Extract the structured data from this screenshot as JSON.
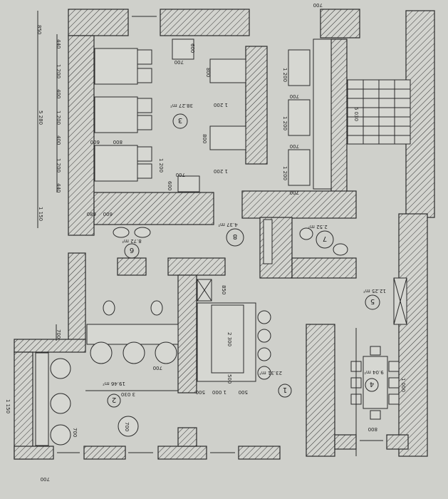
{
  "rooms": [
    {
      "number": "1",
      "area": "23.31 m²"
    },
    {
      "number": "2",
      "area": "19.46 m²"
    },
    {
      "number": "3",
      "area": "38.27 m²"
    },
    {
      "number": "4",
      "area": "9.04 m²"
    },
    {
      "number": "5",
      "area": "12.25 m²"
    },
    {
      "number": "6",
      "area": "8.72 m²"
    },
    {
      "number": "7",
      "area": "2.52 m²"
    },
    {
      "number": "8",
      "area": "4.37 m²"
    }
  ],
  "dimensions": {
    "left_total": "5 280",
    "left_top": "850",
    "left_bottom": "1 150",
    "left_chain": [
      "440",
      "1 200",
      "400",
      "1 200",
      "400",
      "1 200",
      "440"
    ],
    "top_door": "700",
    "booth_a": "600",
    "booth_b": "800",
    "booth_depth": "1 200",
    "hall_table_top": "700",
    "hall_table_bottom": "700",
    "hall_table_side_top": "600",
    "hall_table_side_bottom": "600",
    "table_a_width": "800",
    "table_a_length": "1 200",
    "table_b_width": "800",
    "table_b_length": "1 200",
    "corridor_tables": [
      "1 200",
      "700",
      "1 200",
      "700",
      "1 200",
      "700"
    ],
    "stairs": "5 030",
    "wc_bench": "680",
    "wc_bench_side": "600",
    "bar_shaft": "850",
    "bar_length": "2 300",
    "bar_end": "500",
    "bar_chain": [
      "500",
      "1 000",
      "500"
    ],
    "room2_width": "3 030",
    "room2_niche": "700",
    "room2_seat_a": "700",
    "room2_seat_b": "700",
    "room2_round_table": "700",
    "room2_bottom": "700",
    "room4_length": "1 000",
    "room4_width": "800",
    "top_right": "700",
    "left_edge": "1 150"
  },
  "colors": {
    "paper": "#cfd0cb",
    "ink": "#2a2a2a"
  }
}
